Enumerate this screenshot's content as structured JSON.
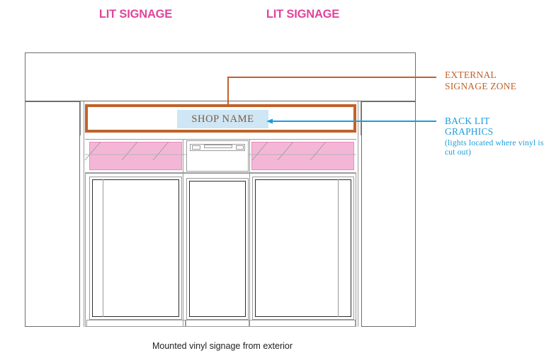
{
  "drawing": {
    "caption": "Mounted vinyl signage from exterior",
    "storefront": {
      "sign_band": {
        "shop_name_label": "SHOP NAME",
        "zone_border_color": "#c0622a",
        "highlight_color": "#cfe6f4"
      },
      "lit_panels": [
        {
          "label": "LIT SIGNAGE",
          "side": "left"
        },
        {
          "label": "LIT SIGNAGE",
          "side": "right"
        }
      ],
      "panel_fill_color": "#f4b6d7",
      "panel_text_color": "#e0459b"
    }
  },
  "annotations": [
    {
      "id": "external-signage-zone",
      "line1": "EXTERNAL",
      "line2": "SIGNAGE ZONE",
      "color": "#c0622a",
      "leader": "orange"
    },
    {
      "id": "back-lit-graphics",
      "line1": "BACK LIT",
      "line2": "GRAPHICS",
      "subtext": "(lights located where vinyl is cut out)",
      "color": "#1a9ddb",
      "leader": "blue"
    }
  ]
}
